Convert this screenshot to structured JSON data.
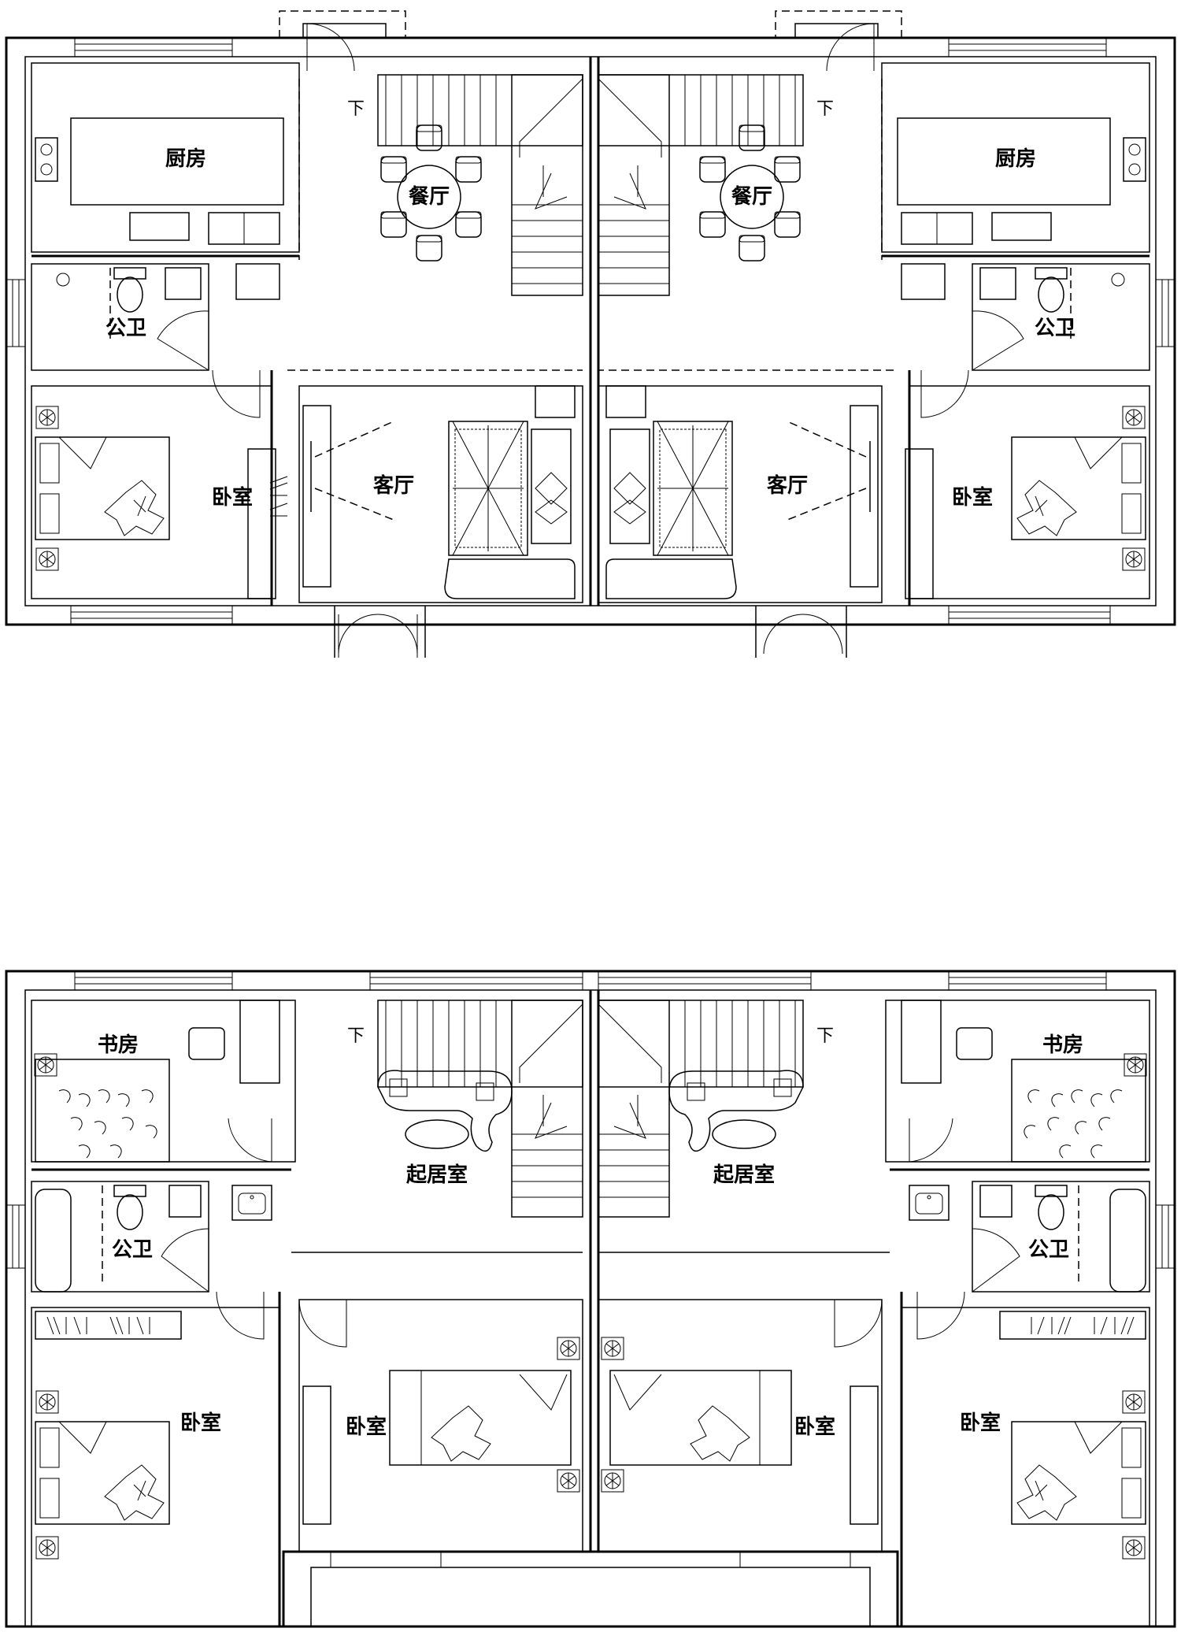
{
  "ground_floor": {
    "left": {
      "kitchen": "厨房",
      "dining": "餐厅",
      "wc": "公卫",
      "bedroom": "卧室",
      "living": "客厅",
      "stair_down": "下"
    },
    "right": {
      "kitchen": "厨房",
      "dining": "餐厅",
      "wc": "公卫",
      "bedroom": "卧室",
      "living": "客厅",
      "stair_down": "下"
    }
  },
  "upper_floor": {
    "left": {
      "study": "书房",
      "family_room": "起居室",
      "wc": "公卫",
      "bedroom_a": "卧室",
      "bedroom_b": "卧室",
      "stair_down": "下"
    },
    "right": {
      "study": "书房",
      "family_room": "起居室",
      "wc": "公卫",
      "bedroom_a": "卧室",
      "bedroom_b": "卧室",
      "stair_down": "下"
    }
  }
}
